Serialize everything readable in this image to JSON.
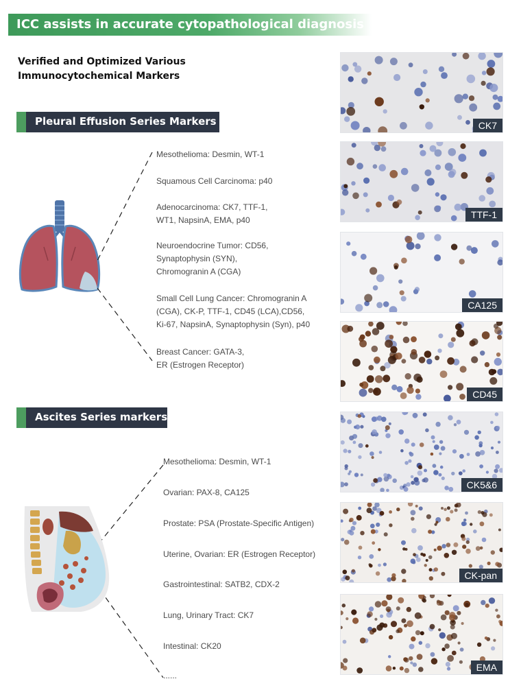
{
  "header": {
    "banner_title": "ICC assists in accurate cytopathological diagnosis",
    "subtitle_line1": "Verified and Optimized Various",
    "subtitle_line2": "Immunocytochemical Markers"
  },
  "pleural": {
    "heading": "Pleural Effusion Series Markers",
    "items": [
      {
        "lines": [
          "Mesothelioma: Desmin, WT-1"
        ]
      },
      {
        "lines": [
          "Squamous Cell Carcinoma: p40"
        ]
      },
      {
        "lines": [
          "Adenocarcinoma: CK7, TTF-1,",
          "WT1, NapsinA, EMA, p40"
        ]
      },
      {
        "lines": [
          "Neuroendocrine Tumor: CD56,",
          "Synaptophysin (SYN),",
          "Chromogranin A (CGA)"
        ]
      },
      {
        "lines": [
          "Small Cell Lung Cancer: Chromogranin A",
          "(CGA), CK-P, TTF-1, CD45 (LCA),CD56,",
          "Ki-67, NapsinA, Synaptophysin (Syn), p40"
        ]
      },
      {
        "lines": [
          "Breast Cancer: GATA-3,",
          "ER (Estrogen Receptor)"
        ]
      }
    ]
  },
  "ascites": {
    "heading": "Ascites Series markers",
    "items": [
      {
        "lines": [
          "Mesothelioma: Desmin, WT-1"
        ]
      },
      {
        "lines": [
          "Ovarian: PAX-8, CA125"
        ]
      },
      {
        "lines": [
          "Prostate: PSA (Prostate-Specific Antigen)"
        ]
      },
      {
        "lines": [
          "Uterine, Ovarian: ER (Estrogen Receptor)"
        ]
      },
      {
        "lines": [
          "Gastrointestinal: SATB2, CDX-2"
        ]
      },
      {
        "lines": [
          "Lung, Urinary Tract: CK7"
        ]
      },
      {
        "lines": [
          "Intestinal: CK20"
        ]
      },
      {
        "lines": [
          "......"
        ]
      }
    ]
  },
  "micrographs": [
    {
      "label": "CK7"
    },
    {
      "label": "TTF-1"
    },
    {
      "label": "CA125"
    },
    {
      "label": "CD45"
    },
    {
      "label": "CK5&6"
    },
    {
      "label": "CK-pan"
    },
    {
      "label": "EMA"
    }
  ],
  "colors": {
    "banner_green": "#4da968",
    "heading_navy": "#2e3645",
    "heading_accent": "#4d9d5f",
    "stain_brown": "#6b3a1c",
    "stain_blue": "#5a6fb0"
  }
}
